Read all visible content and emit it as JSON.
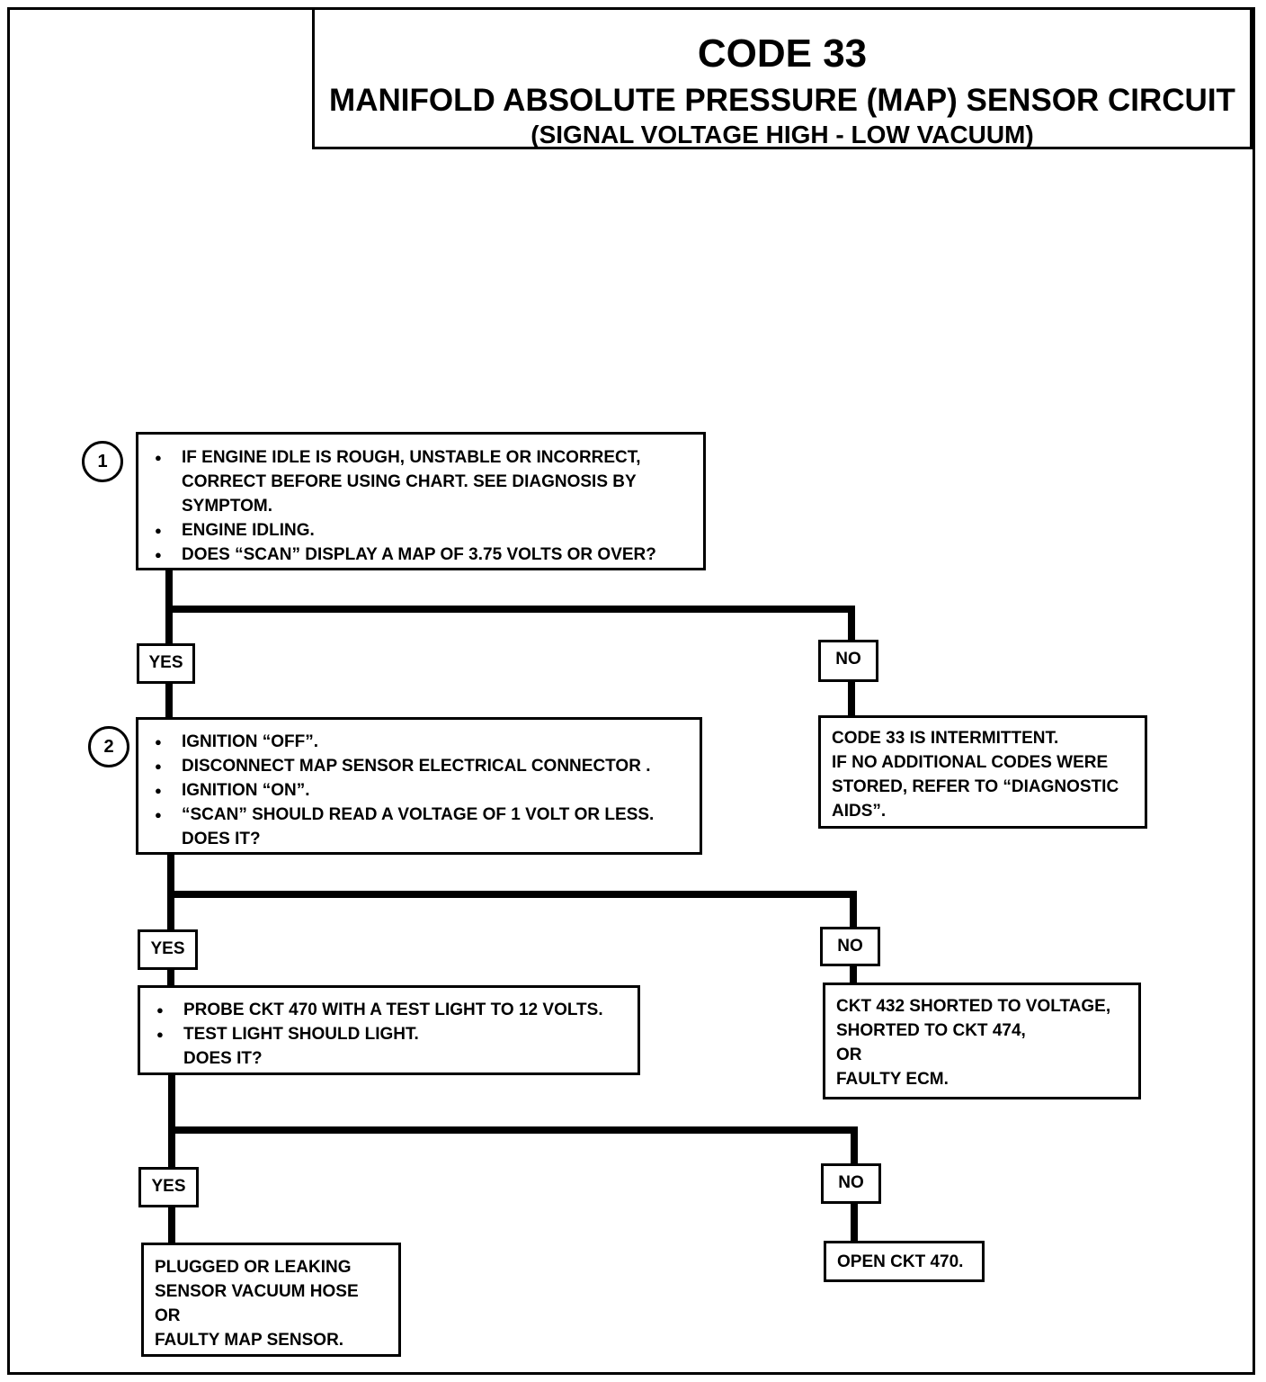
{
  "title": {
    "code": "CODE 33",
    "name": "MANIFOLD ABSOLUTE PRESSURE (MAP) SENSOR CIRCUIT",
    "subtitle": "(SIGNAL VOLTAGE HIGH - LOW VACUUM)"
  },
  "steps": {
    "step1": {
      "number": "1",
      "items": [
        "IF ENGINE IDLE IS ROUGH, UNSTABLE OR INCORRECT,",
        "CORRECT BEFORE USING CHART.  SEE   DIAGNOSIS BY",
        "SYMPTOM.",
        "ENGINE IDLING.",
        "DOES “SCAN” DISPLAY A MAP OF 3.75  VOLTS OR OVER?"
      ]
    },
    "step2": {
      "number": "2",
      "items": [
        "IGNITION “OFF”.",
        "DISCONNECT MAP SENSOR ELECTRICAL CONNECTOR .",
        "IGNITION “ON”.",
        "“SCAN” SHOULD READ  A VOLTAGE OF 1 VOLT OR LESS.",
        "DOES IT?"
      ]
    },
    "step3": {
      "items": [
        "PROBE CKT 470 WITH A TEST LIGHT TO 12  VOLTS.",
        "TEST LIGHT SHOULD LIGHT.",
        "DOES IT?"
      ]
    }
  },
  "labels": {
    "yes": "YES",
    "no": "NO"
  },
  "results": {
    "intermittent": [
      "CODE 33 IS INTERMITTENT.",
      "IF NO ADDITIONAL CODES WERE",
      "STORED, REFER TO “DIAGNOSTIC",
      "AIDS”."
    ],
    "ckt432": [
      "CKT 432 SHORTED TO VOLTAGE,",
      "SHORTED TO CKT 474,",
      "OR",
      "FAULTY ECM."
    ],
    "plugged": [
      "PLUGGED OR LEAKING",
      "SENSOR  VACUUM HOSE",
      "OR",
      "FAULTY MAP SENSOR."
    ],
    "open470": [
      "OPEN CKT 470."
    ]
  }
}
